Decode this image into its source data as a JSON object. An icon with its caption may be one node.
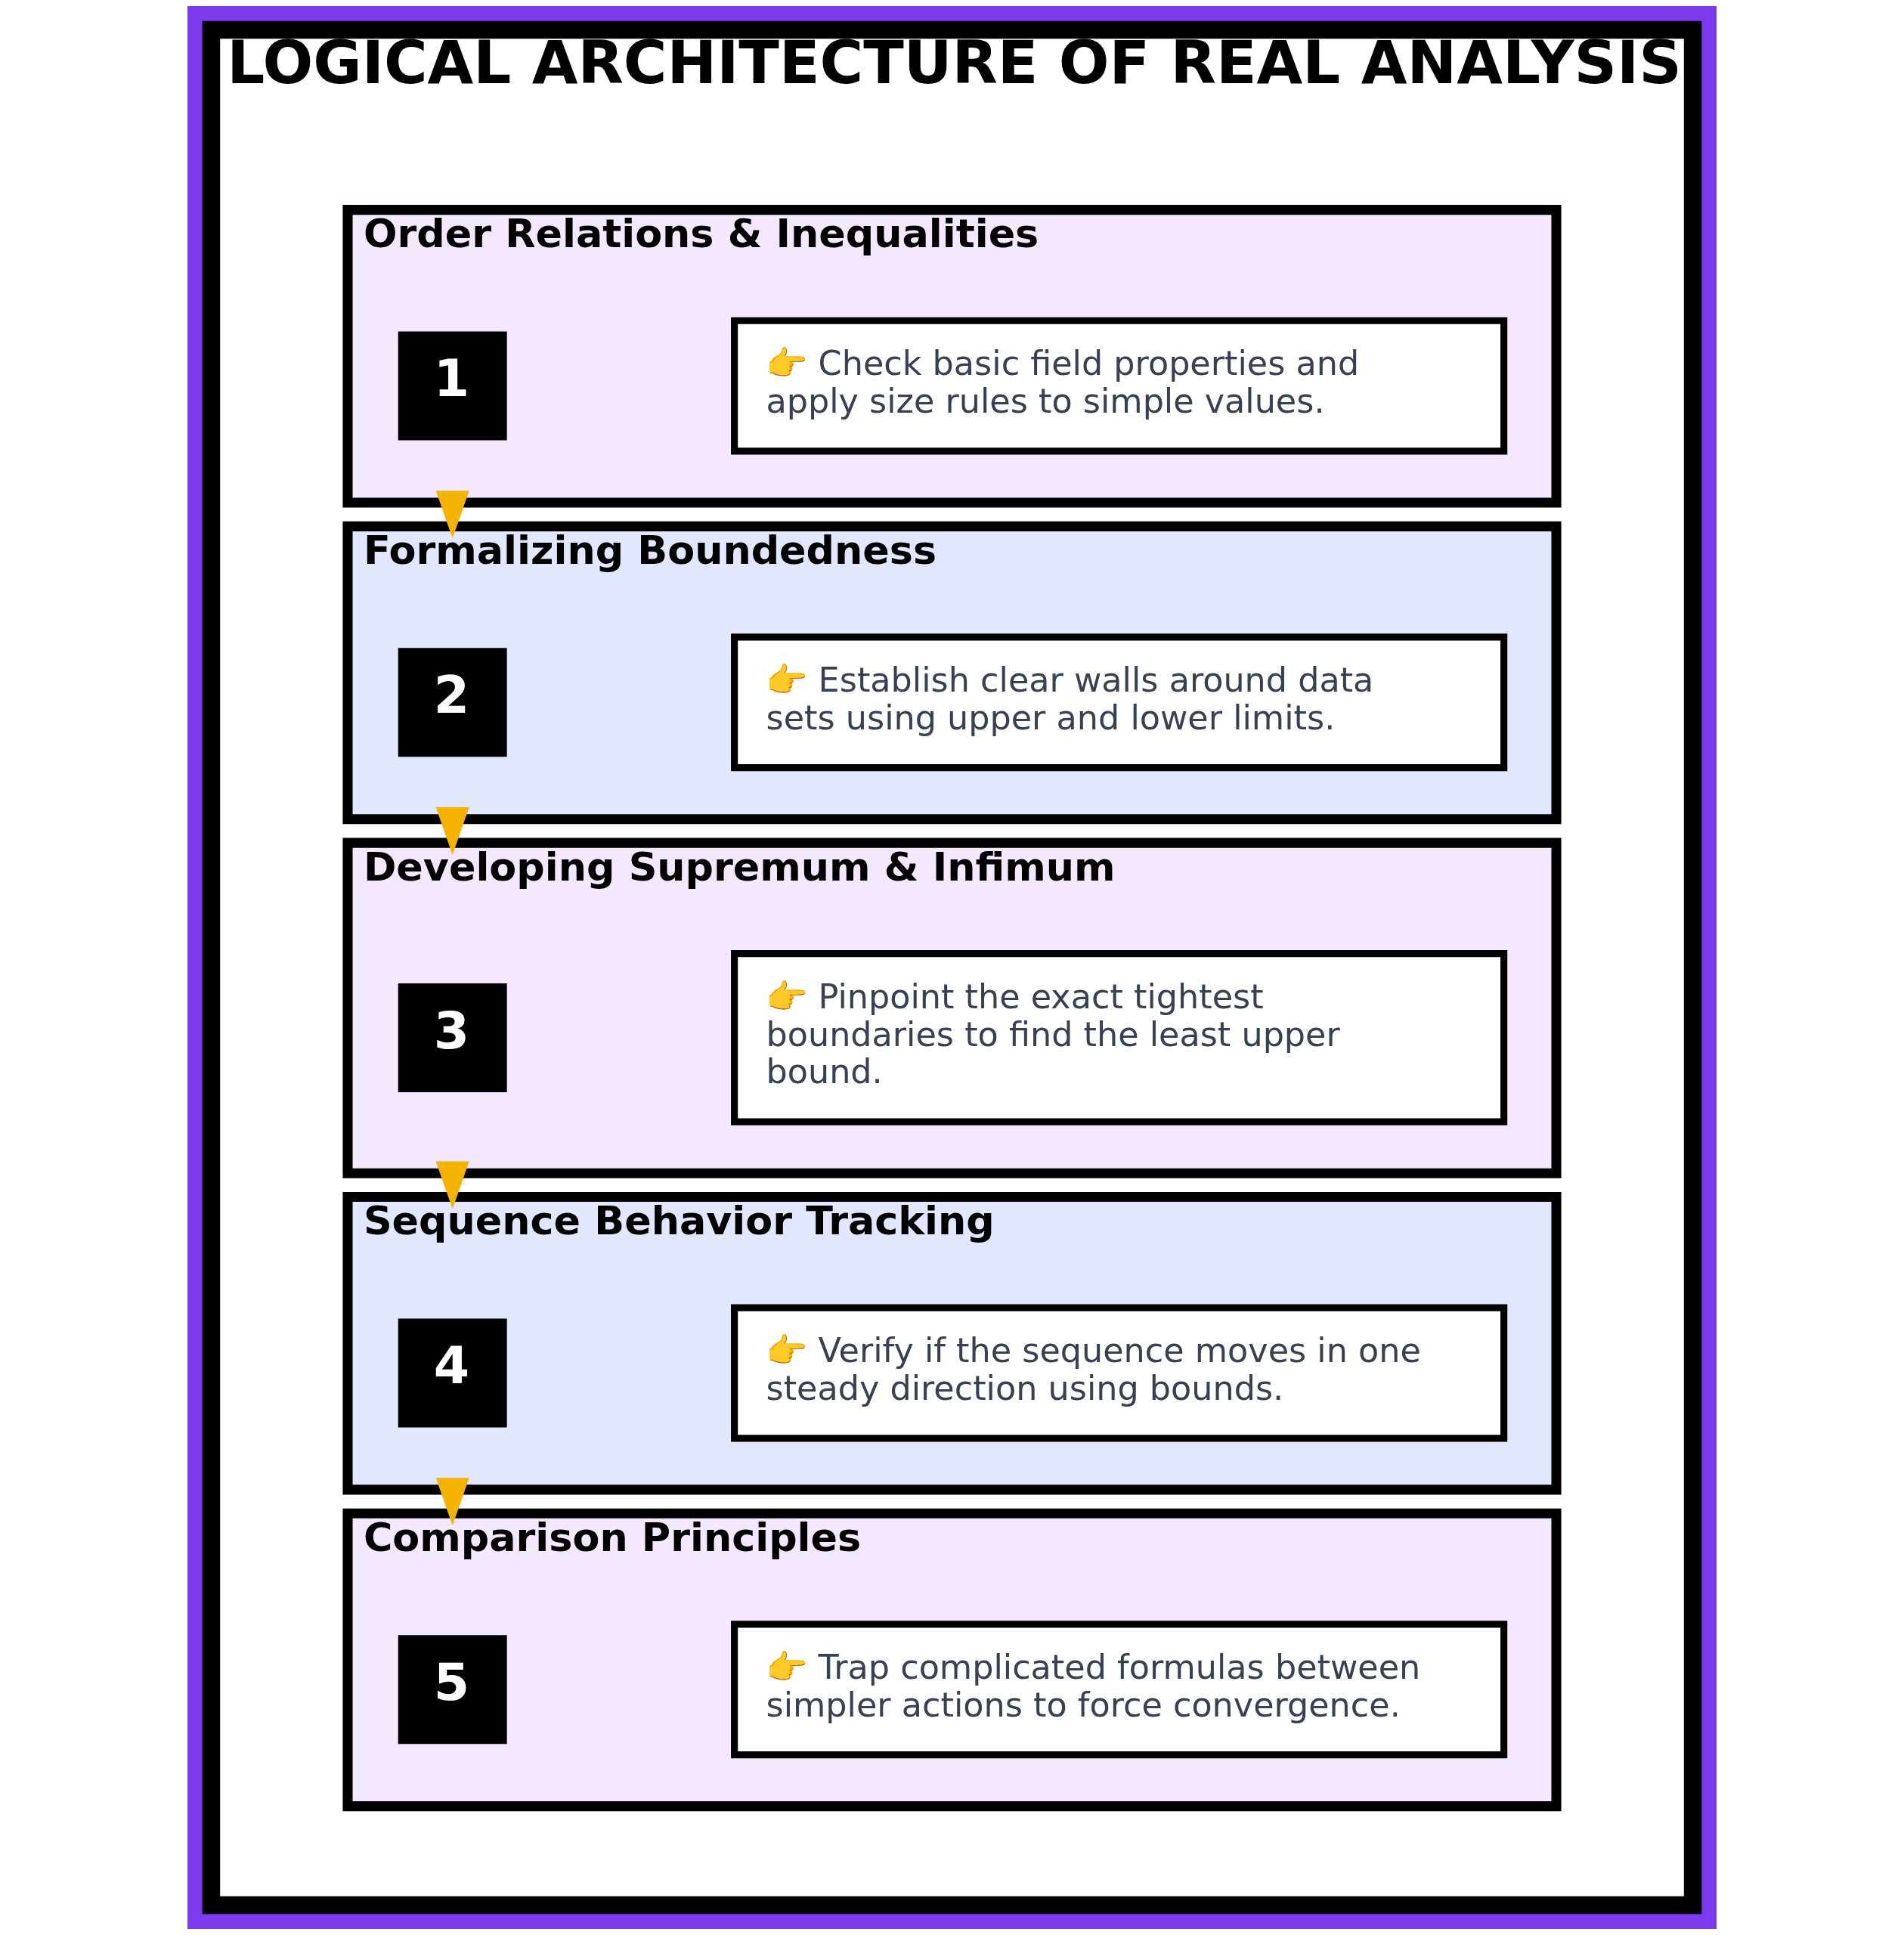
{
  "diagram": {
    "nodes": [
      {
        "text": [
          "LOGICAL ARCHITECTURE OF REAL ANALYSIS"
        ]
      },
      {
        "text": [
          "Order Relations & Inequalities"
        ],
        "in": 0
      },
      {
        "text": [
          "1"
        ],
        "in": 1
      },
      {
        "text": [
          "👉 Check basic field properties and apply size rules to simple values."
        ],
        "in": 1
      },
      {
        "text": [
          "Formalizing Boundedness"
        ],
        "in": 0
      },
      {
        "text": [
          "2"
        ],
        "in": 4
      },
      {
        "text": [
          "👉 Establish clear walls around data sets using upper and lower limits."
        ],
        "in": 4
      },
      {
        "text": [
          "Developing Supremum & Infimum"
        ],
        "in": 0
      },
      {
        "text": [
          "3"
        ],
        "in": 7
      },
      {
        "text": [
          "👉 Pinpoint the exact tightest boundaries to find the least upper bound."
        ],
        "in": 7
      },
      {
        "text": [
          "Sequence Behavior Tracking"
        ],
        "in": 0
      },
      {
        "text": [
          "4"
        ],
        "in": 10
      },
      {
        "text": [
          "👉 Verify if the sequence moves in one steady direction using bounds."
        ],
        "in": 10
      },
      {
        "text": [
          "Comparison Principles"
        ],
        "in": 0
      },
      {
        "text": [
          "5"
        ],
        "in": 13
      },
      {
        "text": [
          "👉 Trap complicated formulas between simpler actions to force convergence."
        ],
        "in": 13
      }
    ],
    "edges": [
      {
        "from": 1,
        "to": 4,
        "arrow": "to"
      },
      {
        "from": 4,
        "to": 7,
        "arrow": "to"
      },
      {
        "from": 7,
        "to": 10,
        "arrow": "to"
      },
      {
        "from": 10,
        "to": 13,
        "arrow": "to"
      }
    ]
  }
}
